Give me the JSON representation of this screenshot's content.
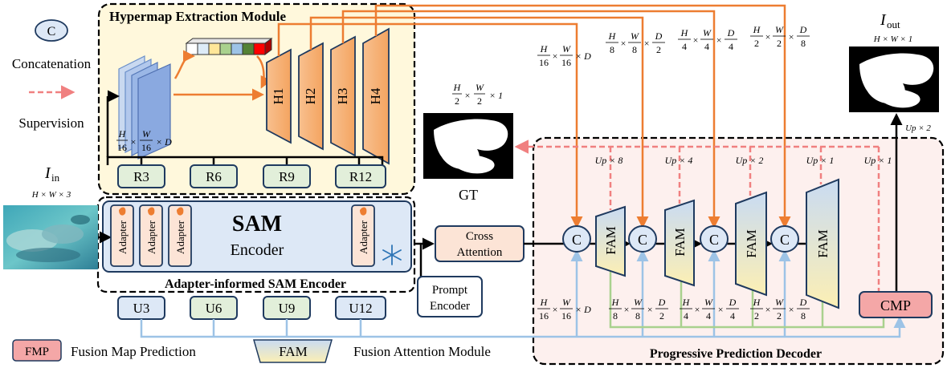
{
  "legend": {
    "concat_symbol": "C",
    "concat_label": "Concatenation",
    "supervision_label": "Supervision",
    "fmp_box": "FMP",
    "fmp_label": "Fusion Map Prediction",
    "fam_box": "FAM",
    "fam_label": "Fusion Attention Module"
  },
  "hypermap": {
    "title": "Hypermap Extraction Module",
    "heads": [
      "H1",
      "H2",
      "H3",
      "H4"
    ],
    "reduce_blocks": [
      "R3",
      "R6",
      "R9",
      "R12"
    ],
    "feature_dim": {
      "num1": "H",
      "den1": "16",
      "num2": "W",
      "den2": "16",
      "suffix": "× D"
    }
  },
  "input": {
    "label_main": "I",
    "label_sub": "in",
    "dims": "H × W × 3"
  },
  "encoder": {
    "title": "SAM",
    "subtitle": "Encoder",
    "adapter_label": "Adapter",
    "caption": "Adapter-informed SAM Encoder",
    "upsample_blocks": [
      "U3",
      "U6",
      "U9",
      "U12"
    ]
  },
  "gt": {
    "label": "GT",
    "dim": {
      "num1": "H",
      "den1": "2",
      "num2": "W",
      "den2": "2",
      "suffix": "× 1"
    }
  },
  "output": {
    "label_main": "I",
    "label_sub": "out",
    "dims": "H × W × 1",
    "up": "Up × 2"
  },
  "cross_attention": {
    "line1": "Cross",
    "line2": "Attention"
  },
  "prompt_encoder": {
    "line1": "Prompt",
    "line2": "Encoder"
  },
  "decoder": {
    "caption": "Progressive Prediction Decoder",
    "concat_symbol": "C",
    "fam_label": "FAM",
    "cmp_label": "CMP",
    "ups": [
      "Up × 8",
      "Up × 4",
      "Up × 2",
      "Up × 1",
      "Up × 1"
    ],
    "top_dims": [
      {
        "num1": "H",
        "den1": "16",
        "num2": "W",
        "den2": "16",
        "suffix": "× D"
      },
      {
        "num1": "H",
        "den1": "8",
        "num2": "W",
        "den2": "8",
        "suffix": "×",
        "num3": "D",
        "den3": "2"
      },
      {
        "num1": "H",
        "den1": "4",
        "num2": "W",
        "den2": "4",
        "suffix": "×",
        "num3": "D",
        "den3": "4"
      },
      {
        "num1": "H",
        "den1": "2",
        "num2": "W",
        "den2": "2",
        "suffix": "×",
        "num3": "D",
        "den3": "8"
      }
    ],
    "bottom_dims": [
      {
        "num1": "H",
        "den1": "16",
        "num2": "W",
        "den2": "16",
        "suffix": "× D"
      },
      {
        "num1": "H",
        "den1": "8",
        "num2": "W",
        "den2": "8",
        "suffix": "×",
        "num3": "D",
        "den3": "2"
      },
      {
        "num1": "H",
        "den1": "4",
        "num2": "W",
        "den2": "4",
        "suffix": "×",
        "num3": "D",
        "den3": "4"
      },
      {
        "num1": "H",
        "den1": "2",
        "num2": "W",
        "den2": "2",
        "suffix": "×",
        "num3": "D",
        "den3": "8"
      }
    ]
  },
  "colors": {
    "orange": "#ED7D31",
    "blue_line": "#9DC3E6",
    "green_line": "#A9D18E",
    "pink_dash": "#F08080",
    "hypermap_bg": "#FFF8DC",
    "decoder_bg": "#FDF0EE",
    "encoder_bg": "#DDE8F6",
    "box_green": "#E2EFDA",
    "box_border": "#1F3A5F",
    "cmp_fill": "#F4A7A7"
  }
}
